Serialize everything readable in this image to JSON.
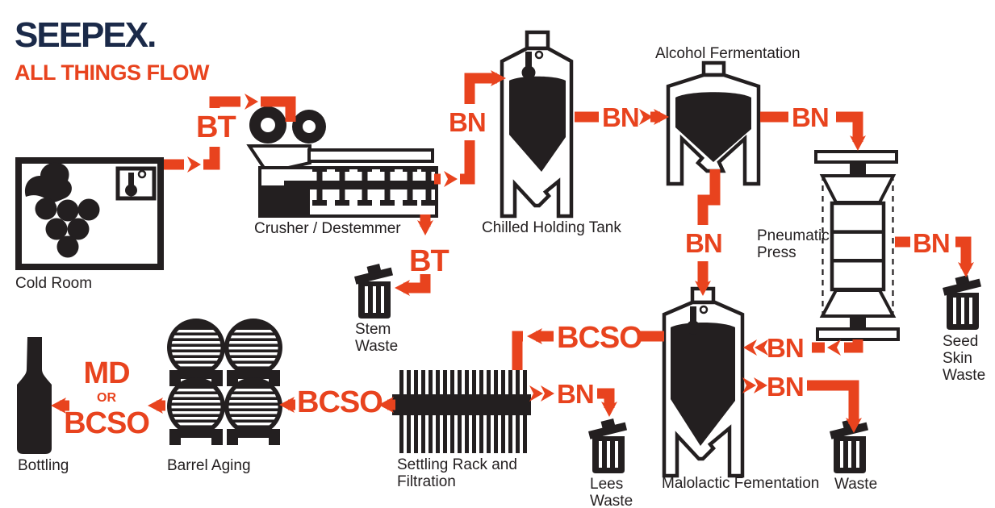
{
  "brand": {
    "logo": "SEEPEX.",
    "tagline": "ALL THINGS FLOW"
  },
  "colors": {
    "orange": "#E8431E",
    "ink": "#231F20",
    "navy": "#1B2A49"
  },
  "equipment": {
    "cold_room": "Cold Room",
    "crusher": "Crusher / Destemmer",
    "chilled_tank": "Chilled Holding Tank",
    "alcohol_fermentation": "Alcohol Fermentation",
    "pneumatic_press_line1": "Pneumatic",
    "pneumatic_press_line2": "Press",
    "malolactic": "Malolactic Fementation",
    "settling_line1": "Settling Rack and",
    "settling_line2": "Filtration",
    "barrel_aging": "Barrel Aging",
    "bottling": "Bottling",
    "stem_waste_line1": "Stem",
    "stem_waste_line2": "Waste",
    "seed_skin_line1": "Seed",
    "seed_skin_line2": "Skin",
    "seed_skin_line3": "Waste",
    "lees_line1": "Lees",
    "lees_line2": "Waste",
    "waste": "Waste"
  },
  "pumps": {
    "bt_cold_to_crusher": "BT",
    "bn_crusher_to_chilled": "BN",
    "bn_chilled_to_alcohol": "BN",
    "bn_alcohol_to_press": "BN",
    "bn_alcohol_to_malolactic": "BN",
    "bn_press_to_seed_waste": "BN",
    "bn_press_to_malolactic": "BN",
    "bn_malolactic_to_waste": "BN",
    "bcso_malolactic_to_settling": "BCSO",
    "bn_settling_to_lees": "BN",
    "bcso_settling_to_barrel": "BCSO",
    "bt_crusher_to_stem_waste": "BT",
    "md_bottling": "MD",
    "or_bottling": "OR",
    "bcso_bottling": "BCSO"
  }
}
